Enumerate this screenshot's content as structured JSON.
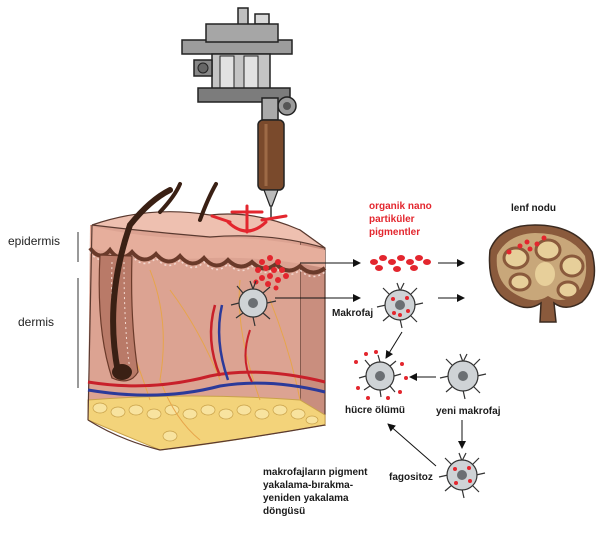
{
  "labels": {
    "epidermis": "epidermis",
    "dermis": "dermis",
    "pigments": [
      "organik nano",
      "partiküler",
      "pigmentler"
    ],
    "lymph_node": "lenf nodu",
    "macrophage": "Makrofaj",
    "cell_death": "hücre ölümü",
    "new_macrophage": "yeni makrofaj",
    "phagocytosis": "fagositoz",
    "cycle": [
      "makrofajların pigment",
      "yakalama-bırakma-",
      "yeniden yakalama",
      "döngüsü"
    ]
  },
  "colors": {
    "pigment": "#e3262e",
    "skin": "#e9b6a5",
    "dermis": "#dca392",
    "hair": "#3a2014",
    "artery": "#c8202a",
    "vein": "#2b3a9a",
    "fat": "#f3d37a",
    "node": "#8a5a3c",
    "cell": "#cfd3d6"
  }
}
